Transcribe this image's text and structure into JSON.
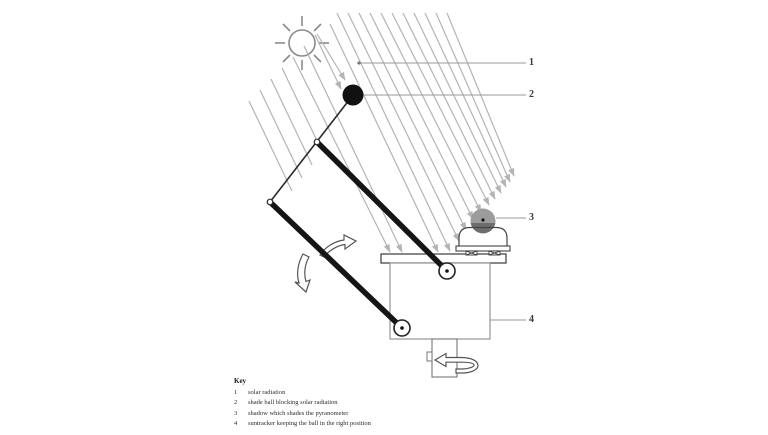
{
  "figure": {
    "type": "technical-diagram",
    "subject": "Suntracker with shade ball shading a pyranometer"
  },
  "callouts": [
    {
      "number": "1"
    },
    {
      "number": "2"
    },
    {
      "number": "3"
    },
    {
      "number": "4"
    }
  ],
  "key": {
    "title": "Key",
    "items": [
      {
        "num": "1",
        "text": "solar radiation"
      },
      {
        "num": "2",
        "text": "shade ball blocking solar radiation"
      },
      {
        "num": "3",
        "text": "shadow which shades the pyranometer"
      },
      {
        "num": "4",
        "text": "suntracker keeping the ball in the right position"
      }
    ]
  },
  "icons": {
    "sun": "sun-icon",
    "rotation": "rotation-arrow-icon",
    "swing_up": "swing-arrow-up-icon",
    "swing_down": "swing-arrow-down-icon"
  },
  "colors": {
    "ray": "#b4b4b4",
    "leader": "#9a9a9a",
    "ink": "#1a1a1a",
    "outline": "#444444",
    "dome_light": "#9c9c9c",
    "dome_dark": "#6d6d6d"
  }
}
